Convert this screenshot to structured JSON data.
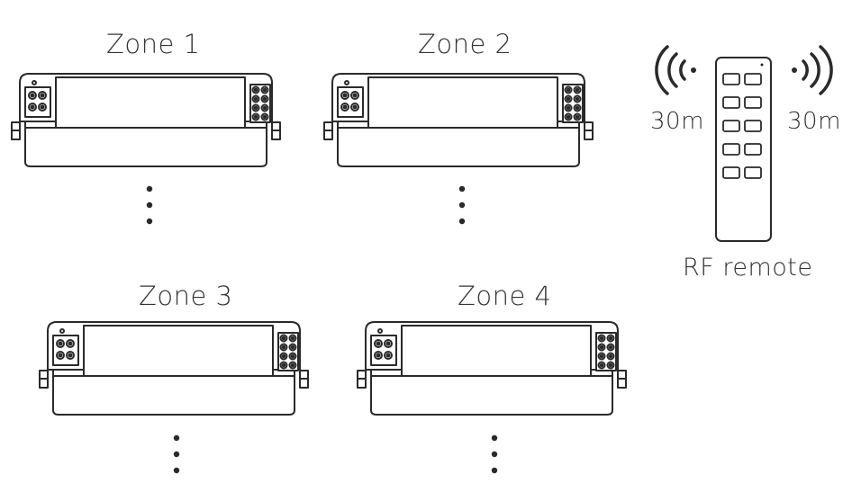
{
  "zones": [
    {
      "label": "Zone 1"
    },
    {
      "label": "Zone 2"
    },
    {
      "label": "Zone 3"
    },
    {
      "label": "Zone 4"
    }
  ],
  "remote": {
    "label": "RF remote",
    "range_left": "30m",
    "range_right": "30m",
    "button_rows": 5,
    "button_cols": 2
  },
  "colors": {
    "stroke": "#2a2a2a",
    "text": "#333333"
  }
}
